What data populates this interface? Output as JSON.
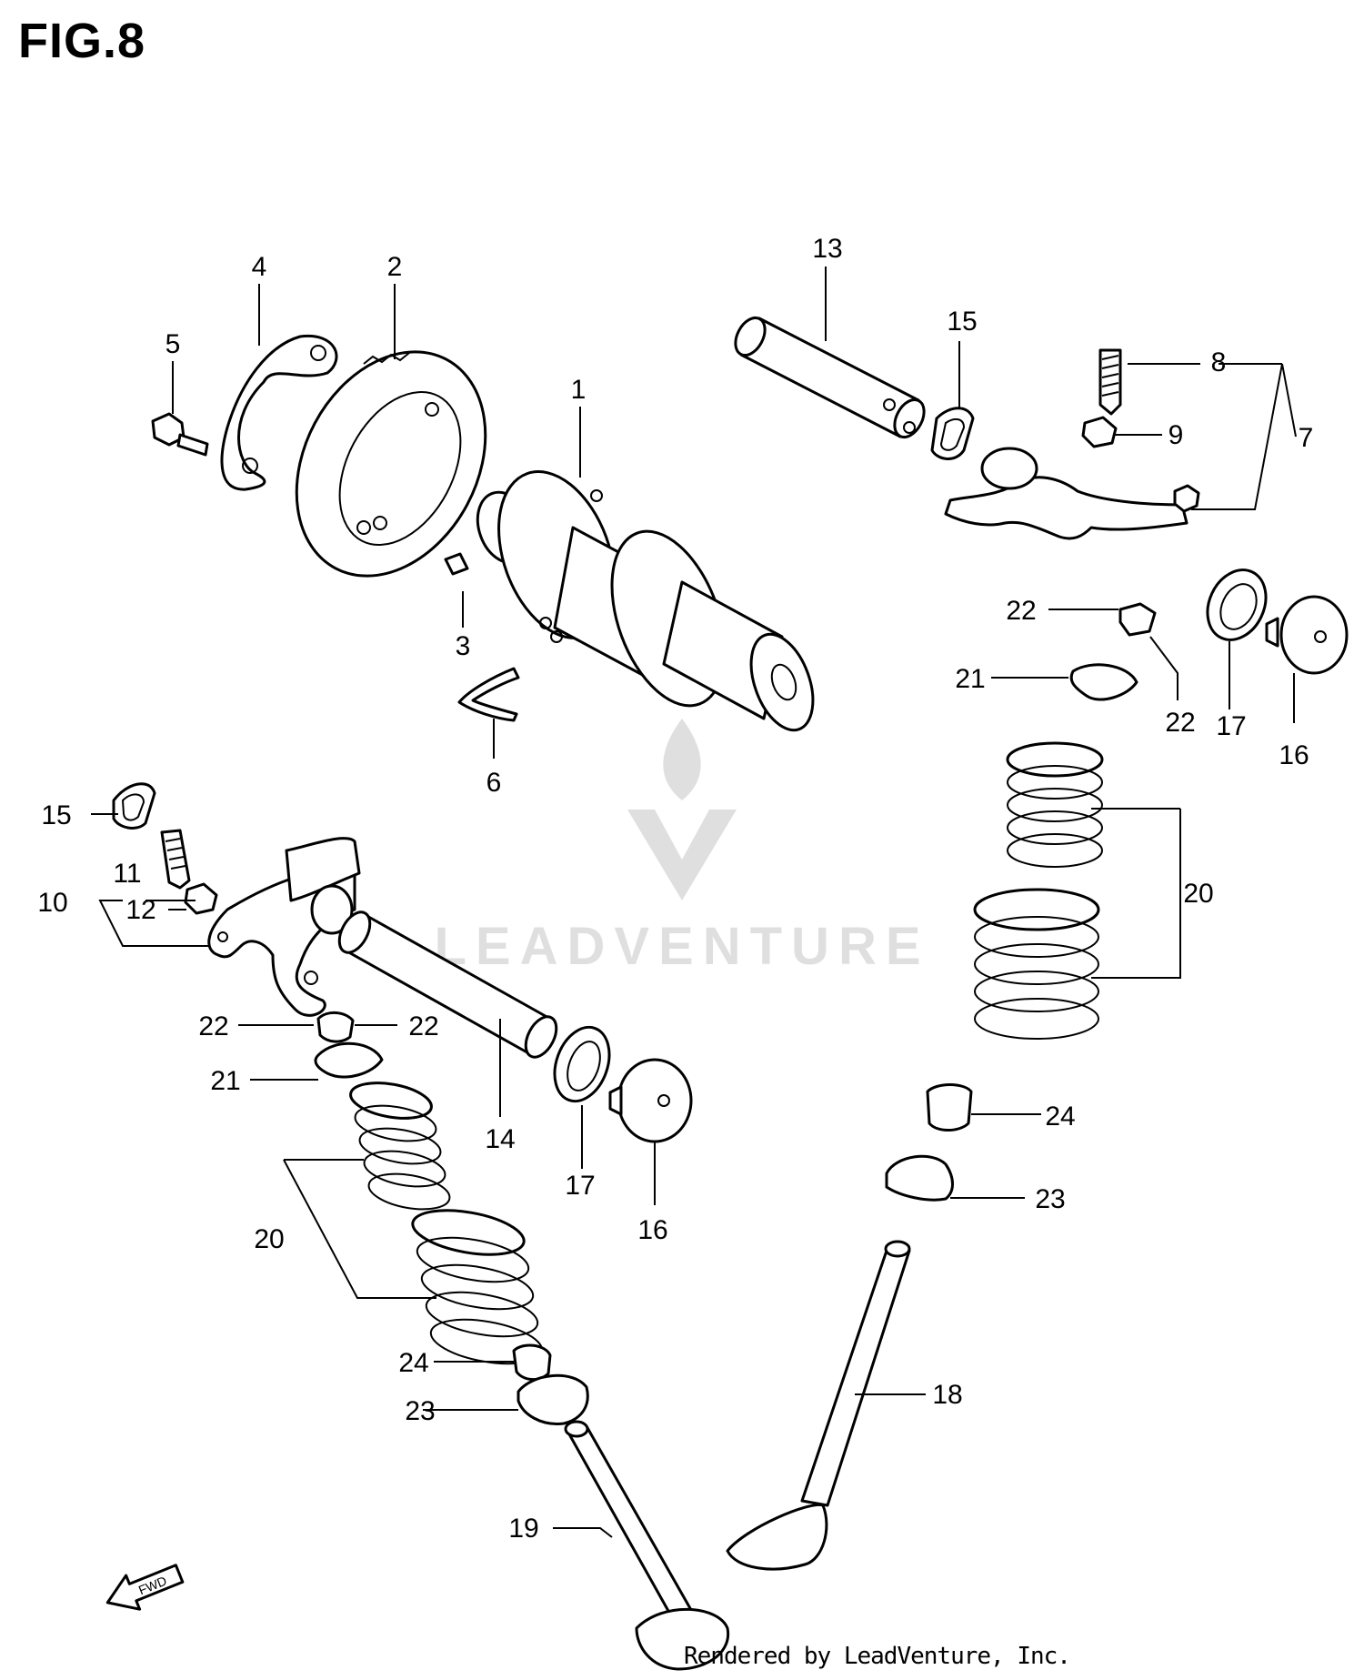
{
  "figure": {
    "title": "FIG.8",
    "footer": "Rendered by LeadVenture, Inc.",
    "watermark": "LEADVENTURE",
    "fwd_label": "FWD"
  },
  "callouts": [
    {
      "id": "c1",
      "text": "1"
    },
    {
      "id": "c2",
      "text": "2"
    },
    {
      "id": "c3",
      "text": "3"
    },
    {
      "id": "c4",
      "text": "4"
    },
    {
      "id": "c5",
      "text": "5"
    },
    {
      "id": "c6",
      "text": "6"
    },
    {
      "id": "c7",
      "text": "7"
    },
    {
      "id": "c8",
      "text": "8"
    },
    {
      "id": "c9",
      "text": "9"
    },
    {
      "id": "c10",
      "text": "10"
    },
    {
      "id": "c11",
      "text": "11"
    },
    {
      "id": "c12",
      "text": "12"
    },
    {
      "id": "c13",
      "text": "13"
    },
    {
      "id": "c14",
      "text": "14"
    },
    {
      "id": "c15a",
      "text": "15"
    },
    {
      "id": "c15b",
      "text": "15"
    },
    {
      "id": "c16a",
      "text": "16"
    },
    {
      "id": "c16b",
      "text": "16"
    },
    {
      "id": "c17a",
      "text": "17"
    },
    {
      "id": "c17b",
      "text": "17"
    },
    {
      "id": "c18",
      "text": "18"
    },
    {
      "id": "c19",
      "text": "19"
    },
    {
      "id": "c20a",
      "text": "20"
    },
    {
      "id": "c20b",
      "text": "20"
    },
    {
      "id": "c21a",
      "text": "21"
    },
    {
      "id": "c21b",
      "text": "21"
    },
    {
      "id": "c22a",
      "text": "22"
    },
    {
      "id": "c22b",
      "text": "22"
    },
    {
      "id": "c22c",
      "text": "22"
    },
    {
      "id": "c22d",
      "text": "22"
    },
    {
      "id": "c23a",
      "text": "23"
    },
    {
      "id": "c23b",
      "text": "23"
    },
    {
      "id": "c24a",
      "text": "24"
    },
    {
      "id": "c24b",
      "text": "24"
    }
  ]
}
